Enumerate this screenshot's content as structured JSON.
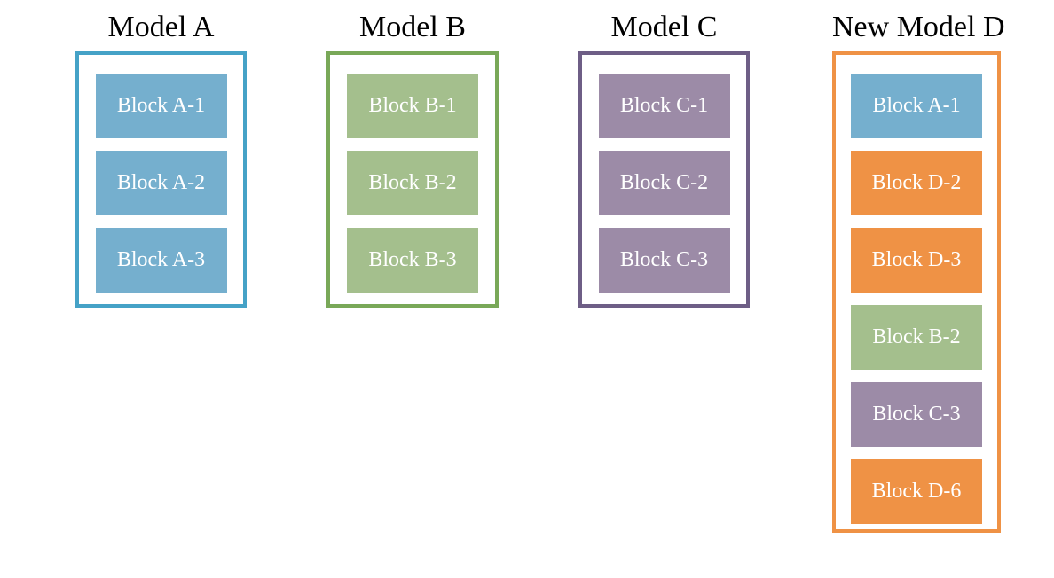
{
  "page": {
    "background": "#FFFFFF",
    "title_text_color": "#000000",
    "block_text_color": "#FFFFFF"
  },
  "palette": {
    "blue_fill": "#75AFCE",
    "blue_border": "#45A2C7",
    "green_fill": "#A4BF8D",
    "green_border": "#79A858",
    "purple_fill": "#9C8BA7",
    "purple_border": "#6E5E86",
    "orange_fill": "#EF9245",
    "orange_border": "#EF9245"
  },
  "models": [
    {
      "title": "Model A",
      "border_color": "#45A2C7",
      "blocks": [
        {
          "label": "Block A-1",
          "fill": "#75AFCE"
        },
        {
          "label": "Block A-2",
          "fill": "#75AFCE"
        },
        {
          "label": "Block A-3",
          "fill": "#75AFCE"
        }
      ]
    },
    {
      "title": "Model B",
      "border_color": "#79A858",
      "blocks": [
        {
          "label": "Block B-1",
          "fill": "#A4BF8D"
        },
        {
          "label": "Block B-2",
          "fill": "#A4BF8D"
        },
        {
          "label": "Block B-3",
          "fill": "#A4BF8D"
        }
      ]
    },
    {
      "title": "Model C",
      "border_color": "#6E5E86",
      "blocks": [
        {
          "label": "Block C-1",
          "fill": "#9C8BA7"
        },
        {
          "label": "Block C-2",
          "fill": "#9C8BA7"
        },
        {
          "label": "Block C-3",
          "fill": "#9C8BA7"
        }
      ]
    },
    {
      "title": "New Model D",
      "border_color": "#EF9245",
      "blocks": [
        {
          "label": "Block A-1",
          "fill": "#75AFCE"
        },
        {
          "label": "Block D-2",
          "fill": "#EF9245"
        },
        {
          "label": "Block D-3",
          "fill": "#EF9245"
        },
        {
          "label": "Block B-2",
          "fill": "#A4BF8D"
        },
        {
          "label": "Block C-3",
          "fill": "#9C8BA7"
        },
        {
          "label": "Block D-6",
          "fill": "#EF9245"
        }
      ]
    }
  ]
}
